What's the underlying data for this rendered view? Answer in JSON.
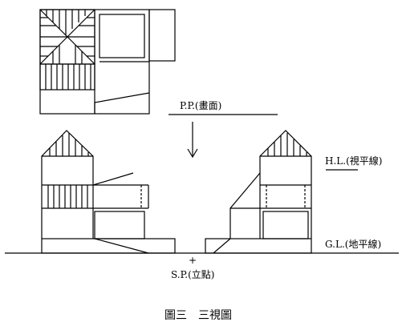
{
  "labels": {
    "pp": "P.P.(畫面)",
    "hl": "H.L.(視平線)",
    "gl": "G.L.(地平線)",
    "sp": "S.P.(立點)",
    "sp_mark": "+"
  },
  "caption": "圖三　三視圖",
  "colors": {
    "line": "#000000",
    "background": "#ffffff"
  }
}
